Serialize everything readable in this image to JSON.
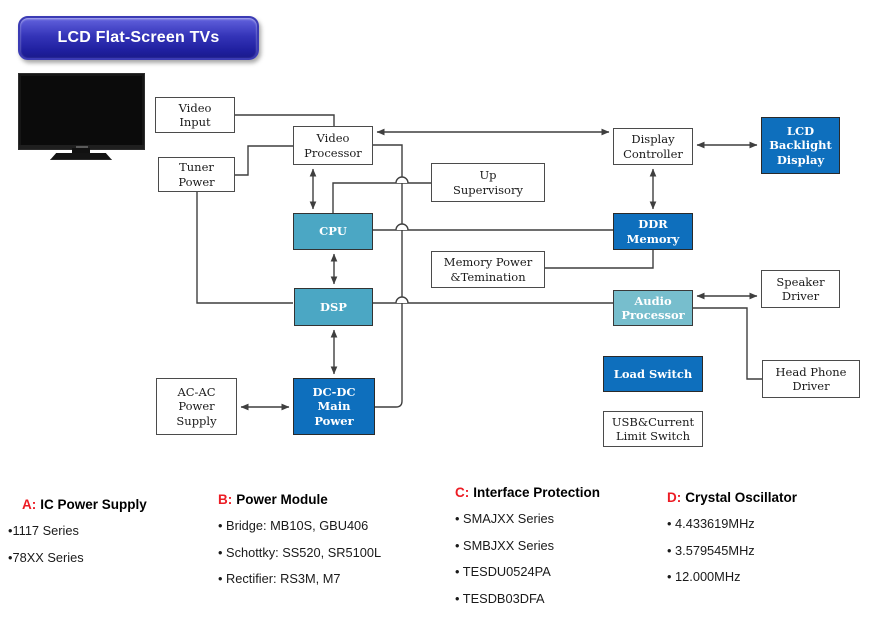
{
  "title": "LCD Flat-Screen TVs",
  "diagram": {
    "boxes": {
      "video_input": {
        "label": "Video\nInput"
      },
      "tuner_power": {
        "label": "Tuner\nPower"
      },
      "video_processor": {
        "label": "Video\nProcessor"
      },
      "cpu": {
        "label": "CPU"
      },
      "dsp": {
        "label": "DSP"
      },
      "up_supervisory": {
        "label": "Up\nSupervisory"
      },
      "memory_power": {
        "label": "Memory Power\n&Temination"
      },
      "display_controller": {
        "label": "Display\nController"
      },
      "ddr_memory": {
        "label": "DDR\nMemory"
      },
      "audio_processor": {
        "label": "Audio\nProcessor"
      },
      "lcd_backlight_display": {
        "label": "LCD\nBacklight\nDisplay"
      },
      "speaker_driver": {
        "label": "Speaker\nDriver"
      },
      "head_phone_driver": {
        "label": "Head Phone\nDriver"
      },
      "load_switch": {
        "label": "Load Switch"
      },
      "usb_current_limit_switch": {
        "label": "USB&Current\nLimit Switch"
      },
      "ac_ac_power_supply": {
        "label": "AC-AC\nPower\nSupply"
      },
      "dc_dc_main_power": {
        "label": "DC-DC\nMain\nPower"
      }
    }
  },
  "legend": [
    {
      "prefix": "A:",
      "title": "IC Power Supply",
      "items": [
        "•1117 Series",
        "•78XX Series"
      ]
    },
    {
      "prefix": "B:",
      "title": "Power Module",
      "items": [
        "• Bridge: MB10S, GBU406",
        "• Schottky: SS520, SR5100L",
        "• Rectifier: RS3M, M7"
      ]
    },
    {
      "prefix": "C:",
      "title": "Interface Protection",
      "items": [
        "• SMAJXX Series",
        "• SMBJXX Series",
        "• TESDU0524PA",
        "• TESDB03DFA"
      ]
    },
    {
      "prefix": "D:",
      "title": "Crystal Oscillator",
      "items": [
        "• 4.433619MHz",
        "• 3.579545MHz",
        "• 12.000MHz"
      ]
    }
  ],
  "colors": {
    "title_button_blue": "#2E2EB2",
    "process_box_teal": "#4BA7C4",
    "audio_box_teal": "#77BECD",
    "power_box_blue": "#0E6FBD",
    "legend_accent_red": "#EC1C24",
    "connector_gray": "#3F3F3F"
  }
}
